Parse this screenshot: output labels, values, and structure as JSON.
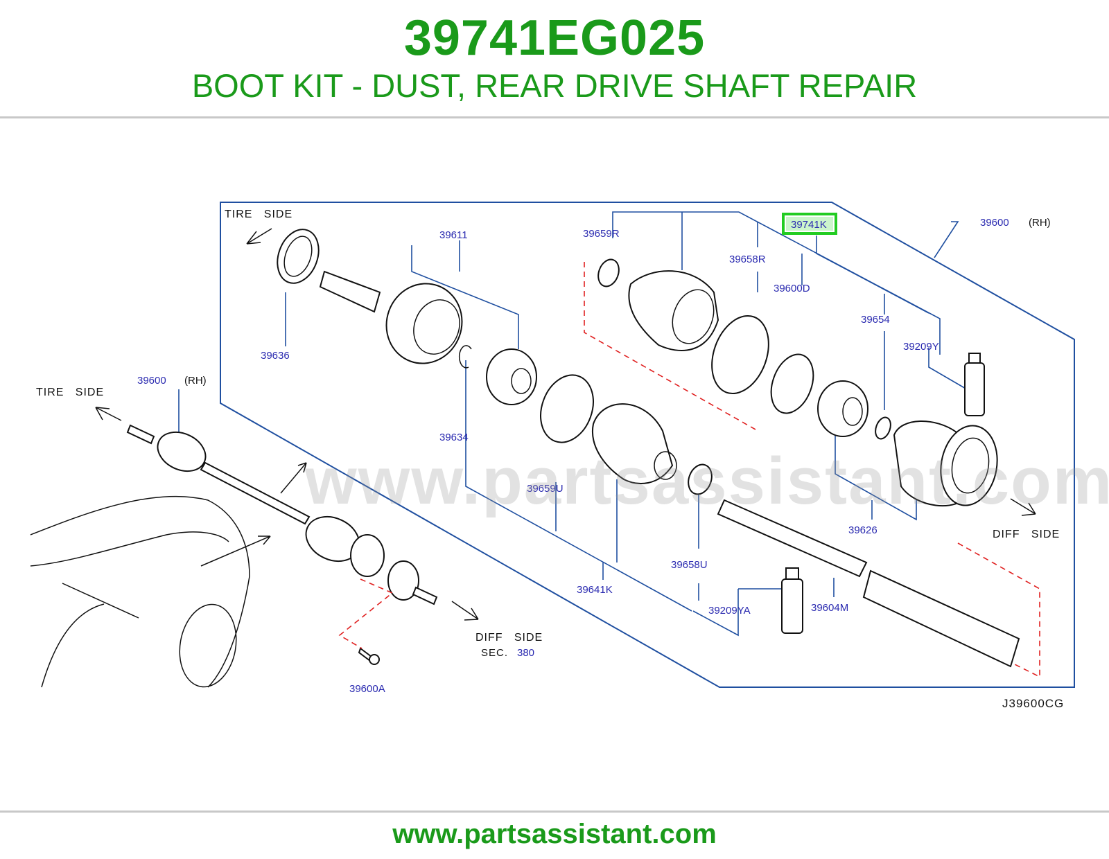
{
  "header": {
    "part_number": "39741EG025",
    "description": "BOOT KIT - DUST, REAR DRIVE SHAFT REPAIR"
  },
  "diagram": {
    "code": "J39600CG",
    "watermark": "www.partsassistant.com",
    "highlight_color": "#22cc22",
    "notes": {
      "tire_side_top": "TIRE   SIDE",
      "tire_side_left": "TIRE   SIDE",
      "diff_side_right": "DIFF   SIDE",
      "diff_side_bottom": "DIFF   SIDE",
      "sec_label": "SEC.",
      "sec_value": "380",
      "rh_top": "(RH)",
      "rh_left": "(RH)"
    },
    "callouts": {
      "c39611": "39611",
      "c39636": "39636",
      "c39659R": "39659R",
      "c39741K": "39741K",
      "c39600_top": "39600",
      "c39658R": "39658R",
      "c39600D": "39600D",
      "c39654": "39654",
      "c39209Y": "39209Y",
      "c39634": "39634",
      "c39659U": "39659U",
      "c39641K": "39641K",
      "c39658U": "39658U",
      "c39626": "39626",
      "c39604M": "39604M",
      "c39209YA": "39209YA",
      "c39600_left": "39600",
      "c39600A": "39600A"
    }
  },
  "footer": {
    "url": "www.partsassistant.com"
  }
}
